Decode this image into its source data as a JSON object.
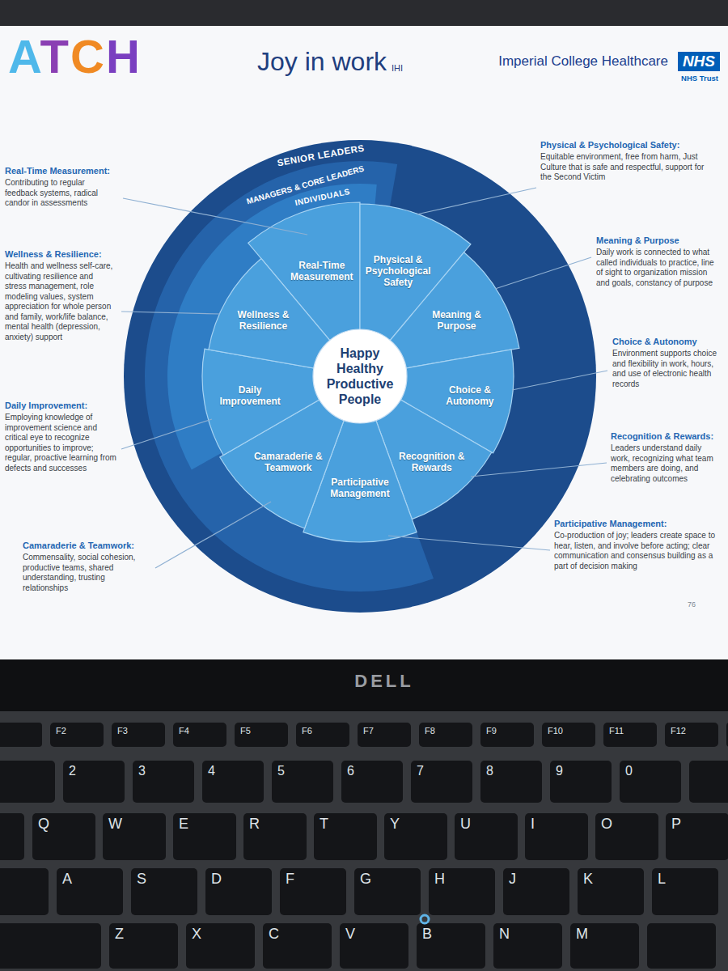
{
  "diagram": {
    "title": "Joy in work",
    "nodes": [
      {
        "text": [
          "SENIOR LEADERS"
        ]
      },
      {
        "text": [
          "MANAGERS & CORE LEADERS"
        ],
        "in": 0
      },
      {
        "text": [
          "INDIVIDUALS"
        ],
        "in": 1
      },
      {
        "text": [
          "Real-Time Measurement"
        ],
        "in": 0
      },
      {
        "text": [
          "Physical & Psychological Safety"
        ],
        "in": 0
      },
      {
        "text": [
          "Meaning & Purpose"
        ],
        "in": 0
      },
      {
        "text": [
          "Choice & Autonomy"
        ],
        "in": 0
      },
      {
        "text": [
          "Recognition & Rewards"
        ],
        "in": 0
      },
      {
        "text": [
          "Participative Management"
        ],
        "in": 0
      },
      {
        "text": [
          "Camaraderie & Teamwork"
        ],
        "in": 0
      },
      {
        "text": [
          "Daily Improvement"
        ],
        "in": 0
      },
      {
        "text": [
          "Wellness & Resilience"
        ],
        "in": 0
      },
      {
        "text": [
          "Happy Healthy Productive People"
        ],
        "in": 0
      }
    ],
    "labels": [
      "ATCH",
      "IHI",
      "Imperial College Healthcare",
      "NHS",
      "NHS Trust",
      "Real-Time Measurement:",
      "Contributing to regular feedback systems, radical candor in assessments",
      "Physical & Psychological Safety:",
      "Equitable environment, free from harm, Just Culture that is safe and respectful, support for the Second Victim",
      "Wellness & Resilience:",
      "Health and wellness self-care, cultivating resilience and stress management, role modeling values, system appreciation for whole person and family, work/life balance, mental health (depression, anxiety) support",
      "Meaning & Purpose",
      "Daily work is connected to what called individuals to practice, line of sight to organization mission and goals, constancy of purpose",
      "Choice & Autonomy",
      "Environment supports choice and flexibility in work, hours, and use of electronic health records",
      "Daily Improvement:",
      "Employing knowledge of improvement science and critical eye to recognize opportunities to improve; regular, proactive learning from defects and successes",
      "Recognition & Rewards:",
      "Leaders understand daily work, recognizing what team members are doing, and celebrating outcomes",
      "Participative Management:",
      "Co-production of joy; leaders create space to hear, listen, and involve before acting; clear communication and consensus building as a part of decision making",
      "Camaraderie & Teamwork:",
      "Commensality, social cohesion, productive teams, shared understanding, trusting relationships",
      "76",
      "DELL",
      "F2",
      "F3",
      "F4",
      "F5",
      "F6",
      "F7",
      "F8",
      "F9",
      "F10",
      "F11",
      "F12",
      "2",
      "3",
      "4",
      "5",
      "6",
      "7",
      "8",
      "9",
      "0",
      "Q",
      "W",
      "E",
      "R",
      "T",
      "Y",
      "U",
      "I",
      "O",
      "P",
      "A",
      "S",
      "D",
      "F",
      "G",
      "H",
      "J",
      "K",
      "L",
      "Z",
      "X",
      "C",
      "V",
      "B",
      "N",
      "M"
    ]
  }
}
